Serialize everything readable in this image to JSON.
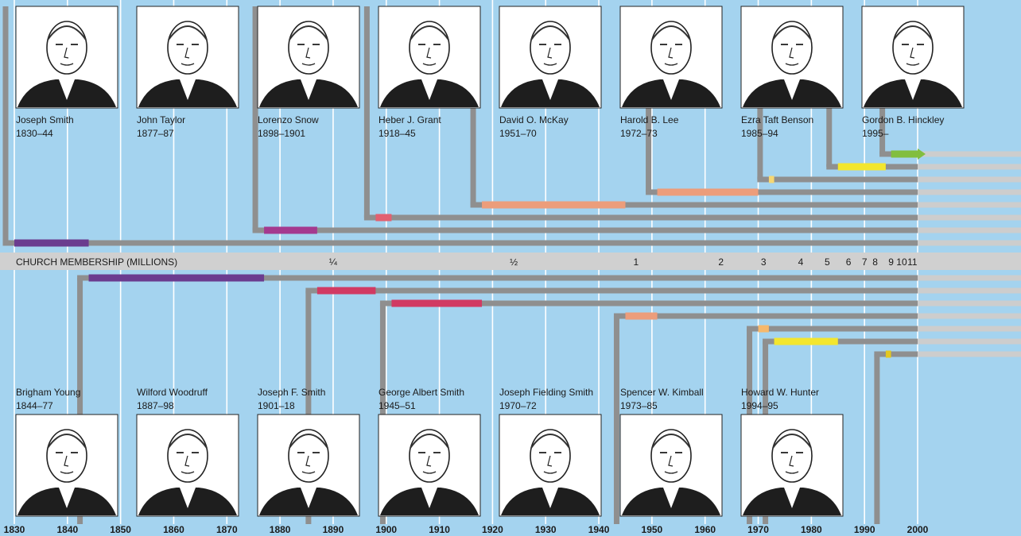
{
  "colors": {
    "background": "#a4d3ef",
    "gray_line": "#8f8f8f",
    "light_gray_line": "#cdcdcd",
    "membership_band": "#d0d0d0",
    "tenure_colors": {
      "joseph_smith": "#6b3c8f",
      "brigham_young": "#6b3c8f",
      "john_taylor": "#a4398f",
      "wilford_woodruff": "#d13a63",
      "lorenzo_snow": "#e26070",
      "joseph_f_smith": "#d13a63",
      "heber_j_grant": "#ec9d7b",
      "george_albert_smith": "#ec9d7b",
      "david_o_mckay": "#ec9d7b",
      "joseph_fielding_smith": "#f6b86c",
      "harold_b_lee": "#f6d772",
      "spencer_w_kimball": "#f3e62e",
      "ezra_taft_benson": "#f3e62e",
      "howard_w_hunter": "#e3c820",
      "gordon_b_hinckley": "#82be3f"
    }
  },
  "membership_axis": {
    "label": "CHURCH MEMBERSHIP (MILLIONS)",
    "ticks": [
      {
        "label": "¼",
        "year": 1890
      },
      {
        "label": "½",
        "year": 1924
      },
      {
        "label": "1",
        "year": 1947
      },
      {
        "label": "2",
        "year": 1963
      },
      {
        "label": "3",
        "year": 1971
      },
      {
        "label": "4",
        "year": 1978
      },
      {
        "label": "5",
        "year": 1983
      },
      {
        "label": "6",
        "year": 1987
      },
      {
        "label": "7",
        "year": 1990
      },
      {
        "label": "8",
        "year": 1992
      },
      {
        "label": "9",
        "year": 1995
      },
      {
        "label": "10",
        "year": 1997
      },
      {
        "label": "11",
        "year": 1999
      }
    ]
  },
  "chart_data": {
    "type": "timeline",
    "x_axis": {
      "range": [
        1830,
        2000
      ],
      "ticks": [
        "1830",
        "1840",
        "1850",
        "1860",
        "1870",
        "1880",
        "1890",
        "1900",
        "1910",
        "1920",
        "1930",
        "1940",
        "1950",
        "1960",
        "1970",
        "1980",
        "1990",
        "2000"
      ]
    },
    "presidents": [
      {
        "key": "joseph_smith",
        "name": "Joseph Smith",
        "years": "1830–44",
        "start": 1830,
        "end": 1844,
        "row": "top"
      },
      {
        "key": "brigham_young",
        "name": "Brigham Young",
        "years": "1844–77",
        "start": 1844,
        "end": 1877,
        "row": "bottom"
      },
      {
        "key": "john_taylor",
        "name": "John Taylor",
        "years": "1877–87",
        "start": 1877,
        "end": 1887,
        "row": "top"
      },
      {
        "key": "wilford_woodruff",
        "name": "Wilford Woodruff",
        "years": "1887–98",
        "start": 1887,
        "end": 1898,
        "row": "bottom"
      },
      {
        "key": "lorenzo_snow",
        "name": "Lorenzo Snow",
        "years": "1898–1901",
        "start": 1898,
        "end": 1901,
        "row": "top"
      },
      {
        "key": "joseph_f_smith",
        "name": "Joseph F. Smith",
        "years": "1901–18",
        "start": 1901,
        "end": 1918,
        "row": "bottom"
      },
      {
        "key": "heber_j_grant",
        "name": "Heber J. Grant",
        "years": "1918–45",
        "start": 1918,
        "end": 1945,
        "row": "top"
      },
      {
        "key": "george_albert_smith",
        "name": "George Albert Smith",
        "years": "1945–51",
        "start": 1945,
        "end": 1951,
        "row": "bottom"
      },
      {
        "key": "david_o_mckay",
        "name": "David O. McKay",
        "years": "1951–70",
        "start": 1951,
        "end": 1970,
        "row": "top"
      },
      {
        "key": "joseph_fielding_smith",
        "name": "Joseph Fielding Smith",
        "years": "1970–72",
        "start": 1970,
        "end": 1972,
        "row": "bottom"
      },
      {
        "key": "harold_b_lee",
        "name": "Harold B. Lee",
        "years": "1972–73",
        "start": 1972,
        "end": 1973,
        "row": "top"
      },
      {
        "key": "spencer_w_kimball",
        "name": "Spencer W. Kimball",
        "years": "1973–85",
        "start": 1973,
        "end": 1985,
        "row": "bottom"
      },
      {
        "key": "ezra_taft_benson",
        "name": "Ezra Taft Benson",
        "years": "1985–94",
        "start": 1985,
        "end": 1994,
        "row": "top"
      },
      {
        "key": "howard_w_hunter",
        "name": "Howard W. Hunter",
        "years": "1994–95",
        "start": 1994,
        "end": 1995,
        "row": "bottom"
      },
      {
        "key": "gordon_b_hinckley",
        "name": "Gordon B. Hinckley",
        "years": "1995–",
        "start": 1995,
        "end": 2000,
        "row": "top",
        "ongoing": true
      }
    ]
  }
}
